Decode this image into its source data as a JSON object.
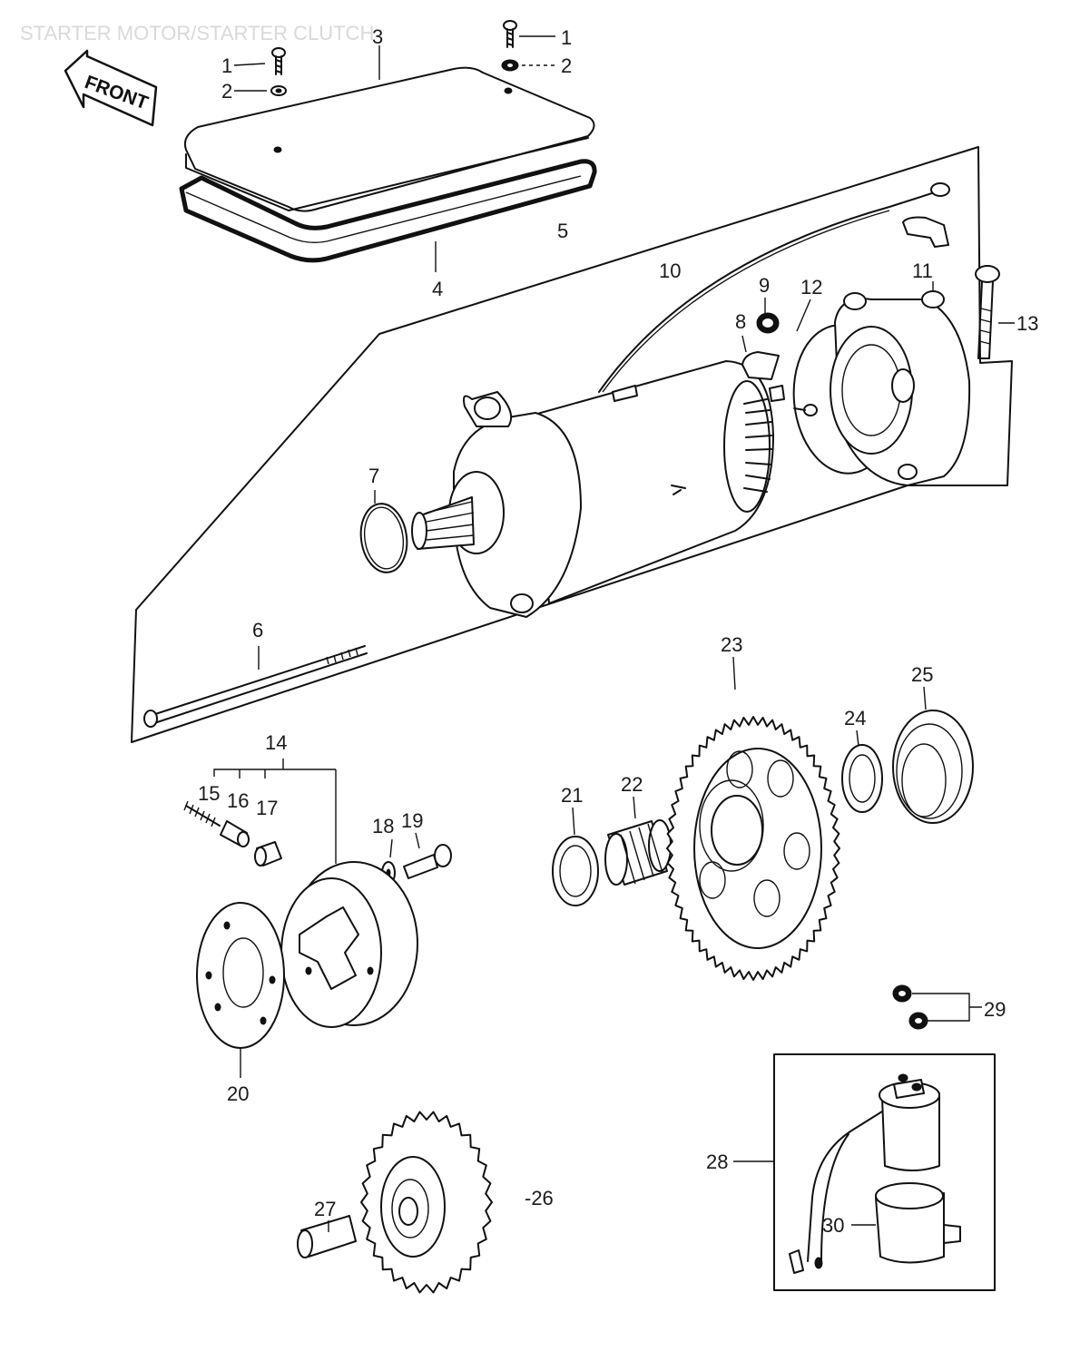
{
  "title": "STARTER MOTOR/STARTER CLUTCH",
  "front_tag": "FRONT",
  "callouts": {
    "c1a": "1",
    "c2a": "2",
    "c1b": "1",
    "c2b": "2",
    "c3": "3",
    "c4": "4",
    "c5": "5",
    "c6": "6",
    "c7": "7",
    "c8": "8",
    "c9": "9",
    "c10": "10",
    "c11": "11",
    "c12": "12",
    "c13": "13",
    "c14": "14",
    "c15": "15",
    "c16": "16",
    "c17": "17",
    "c18": "18",
    "c19": "19",
    "c20": "20",
    "c21": "21",
    "c22": "22",
    "c23": "23",
    "c24": "24",
    "c25": "25",
    "c26": "-26",
    "c27": "27",
    "c28": "28",
    "c29": "29",
    "c30": "30"
  }
}
